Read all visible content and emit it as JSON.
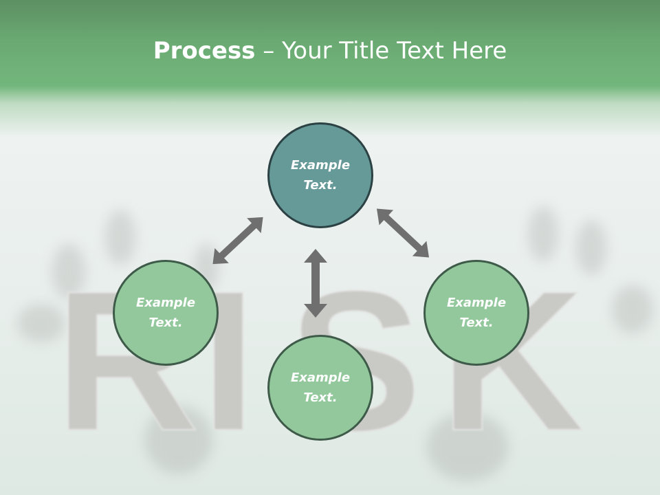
{
  "title": {
    "bold": "Process",
    "rest": " – Your Title Text Here"
  },
  "background": {
    "letters": [
      "R",
      "I",
      "S",
      "K"
    ]
  },
  "nodes": {
    "top": {
      "line1": "Example",
      "line2": "Text."
    },
    "left": {
      "line1": "Example",
      "line2": "Text."
    },
    "right": {
      "line1": "Example",
      "line2": "Text."
    },
    "bottom": {
      "line1": "Example",
      "line2": "Text."
    }
  },
  "colors": {
    "header_green": "#6aaa72",
    "top_node": "#669a99",
    "other_nodes": "#92c89b",
    "arrow": "#6f6f6f"
  }
}
